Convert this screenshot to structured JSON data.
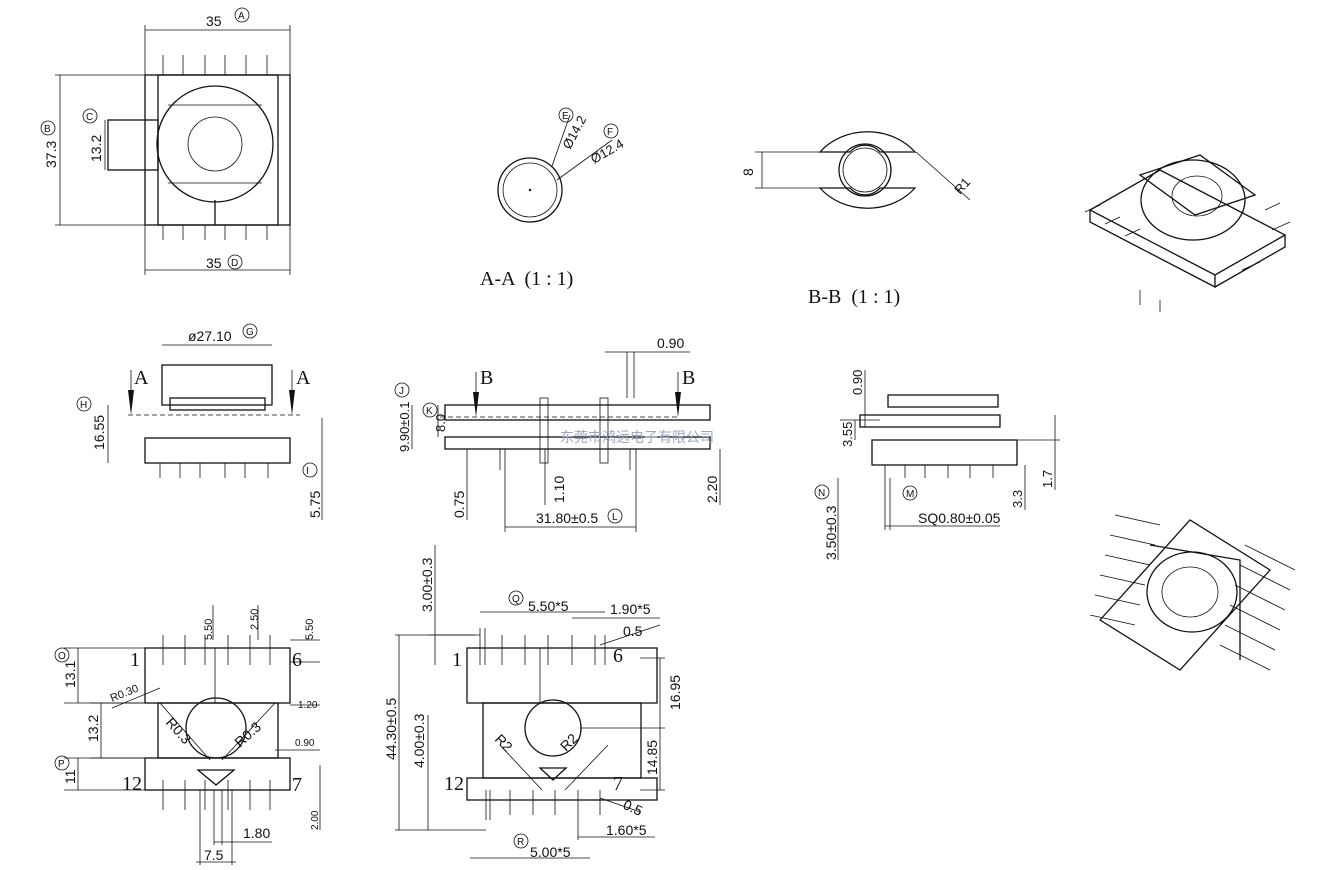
{
  "top_view": {
    "width_top": "35",
    "tag_top": "A",
    "height": "37.3",
    "tag_height": "B",
    "window": "13.2",
    "tag_window": "C",
    "width_bottom": "35",
    "tag_bottom": "D"
  },
  "section_aa": {
    "outer": "Ø14.2",
    "tag_outer": "E",
    "inner": "Ø12.4",
    "tag_inner": "F",
    "caption": "A-A  (1 : 1)"
  },
  "section_bb": {
    "gap": "8",
    "radius": "R1",
    "caption": "B-B  (1 : 1)"
  },
  "front_view": {
    "diameter": "ø27.10",
    "tag_diameter": "G",
    "section_letter": "A",
    "height": "16.55",
    "tag_height": "H",
    "pin": "5.75",
    "tag_pin": "I"
  },
  "side_view": {
    "section_letter": "B",
    "thickness": "0.90",
    "height": "9.90±0.1",
    "tag_height": "J",
    "flange": "8.0",
    "tag_flange": "K",
    "pin_offset": "0.75",
    "pin_step": "1.10",
    "width": "31.80±0.5",
    "tag_width": "L",
    "pin_len": "2.20"
  },
  "end_view": {
    "top": "0.90",
    "flange": "3.55",
    "standoff": "3.50±0.3",
    "tag_standoff": "N",
    "pin_sq": "SQ0.80±0.05",
    "tag_pin_sq": "M",
    "pin_len": "3.3",
    "foot": "1.7"
  },
  "bottom_view": {
    "tag_row": "O",
    "row_height": "13.1",
    "pitch_a": "5.50",
    "pitch_b": "2.50",
    "pitch_c": "5.50",
    "fillet": "R0.30",
    "r_left": "R0.3",
    "r_right": "R0.3",
    "window": "13.2",
    "step": "1.20",
    "gap": "0.90",
    "tag_lower": "P",
    "lower_height": "11",
    "foot": "2.00",
    "pin1": "1",
    "pin6": "6",
    "pin12": "12",
    "pin7": "7",
    "spacing": "7.5",
    "spacing_b": "1.80"
  },
  "layout_view": {
    "offset": "3.00±0.3",
    "tag_pitch_top": "Q",
    "pitch_top": "5.50*5",
    "pitch_top_b": "1.90*5",
    "hole": "0.5",
    "hole_b": "0.5",
    "length": "44.30±0.5",
    "offset_b": "4.00±0.3",
    "span_a": "16.95",
    "span_b": "14.85",
    "r_left": "R2",
    "r_right": "R2",
    "pin1": "1",
    "pin6": "6",
    "pin12": "12",
    "pin7": "7",
    "pitch_low": "1.60*5",
    "tag_pitch_low": "R",
    "pitch_bottom": "5.00*5"
  },
  "watermark": "东莞市鸿远电子有限公司"
}
